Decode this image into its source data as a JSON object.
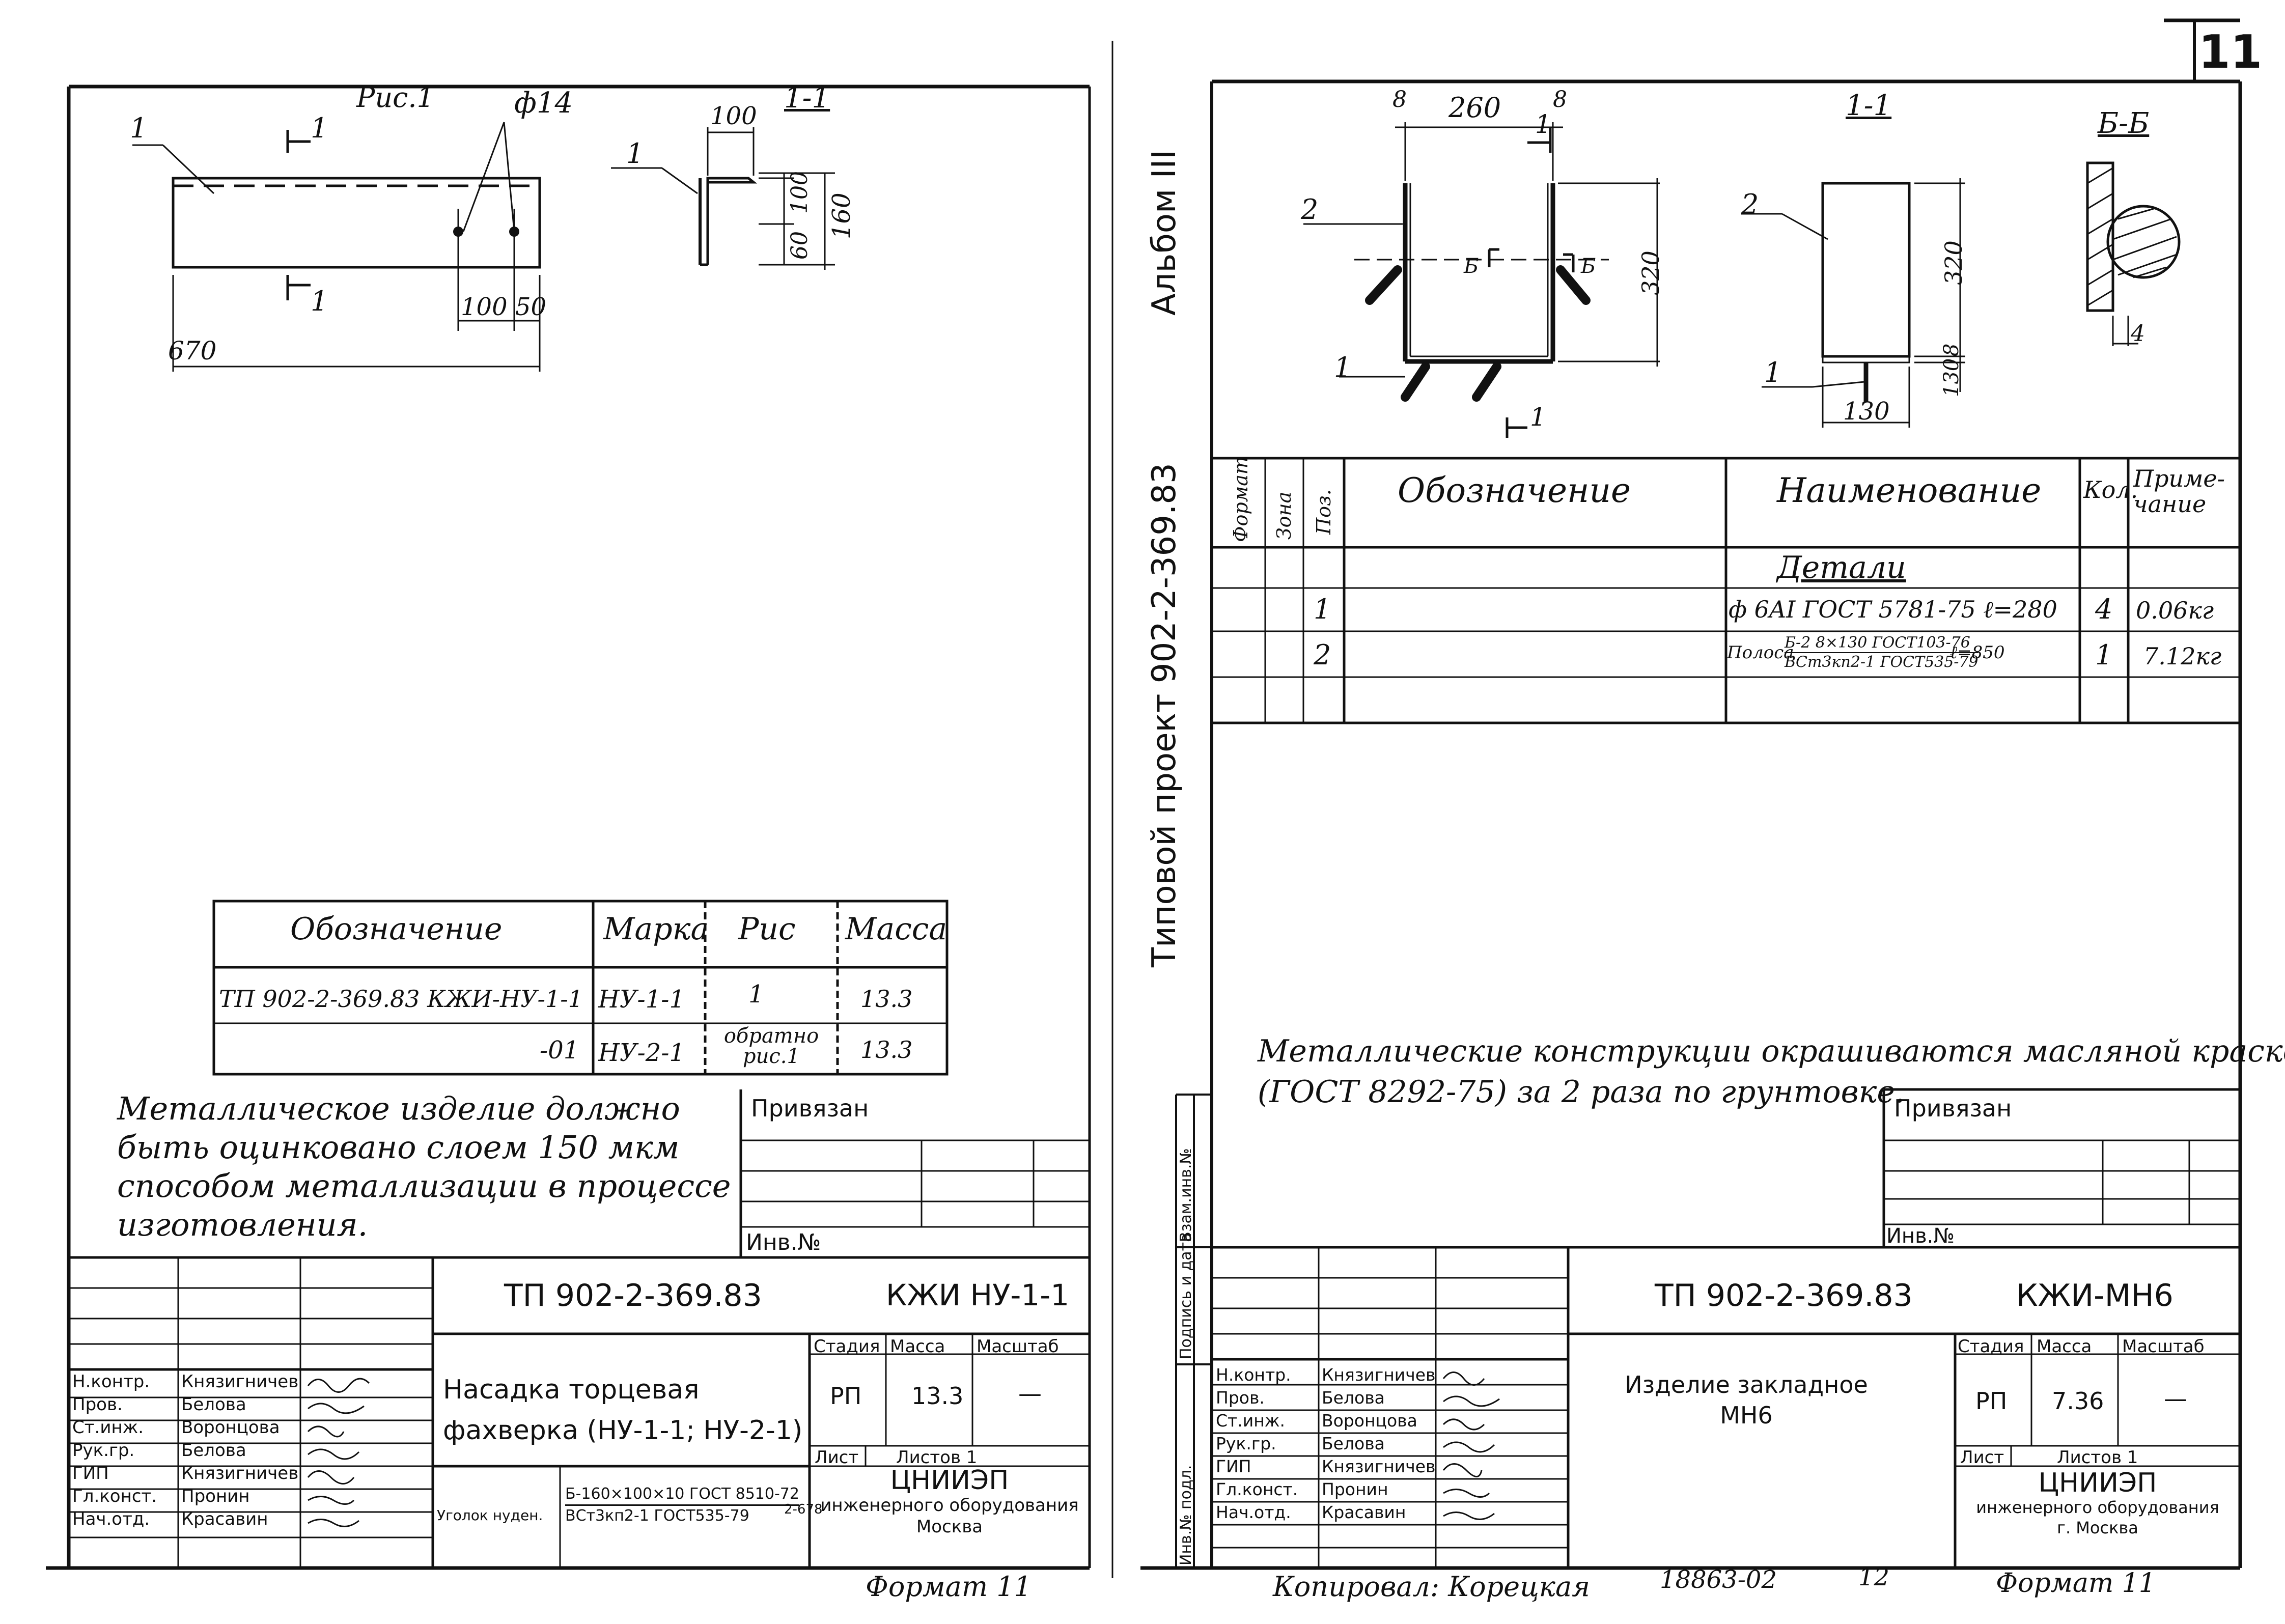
{
  "page_number": "11",
  "left": {
    "fig_label": "Рис.1",
    "pos_label": "1",
    "hole_dim": "ф14",
    "section_mark": "1",
    "section_title": "1-1",
    "dims": {
      "len": "670",
      "d100": "100",
      "d50": "50",
      "s100": "100",
      "s100b": "100",
      "s60": "60",
      "s160": "160"
    },
    "marks_table": {
      "headers": [
        "Обозначение",
        "Марка",
        "Рис",
        "Масса"
      ],
      "rows": [
        {
          "designation": "ТП 902-2-369.83 КЖИ-НУ-1-1",
          "mark": "НУ-1-1",
          "fig": "1",
          "mass": "13.3"
        },
        {
          "designation": "-01",
          "mark": "НУ-2-1",
          "fig": "обратно рис.1",
          "mass": "13.3"
        }
      ]
    },
    "note": [
      "Металлическое изделие должно",
      "быть оцинковано слоем 150 мкм",
      "способом металлизации в процессе",
      "изготовления."
    ],
    "privyazan": "Привязан",
    "inv": "Инв.№",
    "title_block": {
      "code": "ТП 902-2-369.83",
      "sheet_code": "КЖИ НУ-1-1",
      "title": [
        "Насадка торцевая",
        "фахверка (НУ-1-1; НУ-2-1)"
      ],
      "stage_header": [
        "Стадия",
        "Масса",
        "Масштаб"
      ],
      "stage": "РП",
      "mass": "13.3",
      "scale": "—",
      "sheet_label": "Лист",
      "sheets_label": "Листов 1",
      "org": [
        "ЦНИИЭП",
        "инженерного оборудования",
        "Москва"
      ],
      "material_label": "Уголок нуден.",
      "material": [
        "Б-160×100×10 ГОСТ 8510-72",
        "ВСт3кп2-1 ГОСТ535-79"
      ],
      "material_suffix": "2-678",
      "roles": [
        {
          "role": "Н.контр.",
          "name": "Князигничев"
        },
        {
          "role": "Пров.",
          "name": "Белова"
        },
        {
          "role": "Ст.инж.",
          "name": "Воронцова"
        },
        {
          "role": "Рук.гр.",
          "name": "Белова"
        },
        {
          "role": "ГИП",
          "name": "Князигничев"
        },
        {
          "role": "Гл.конст.",
          "name": "Пронин"
        },
        {
          "role": "Нач.отд.",
          "name": "Красавин"
        }
      ]
    },
    "format": "Формат 11"
  },
  "right": {
    "side_album": "Альбом III",
    "side_project": "Типовой проект 902-2-369.83",
    "side_stamp": [
      "Инв.№ подл.",
      "Подпись и дата",
      "Взам.инв.№"
    ],
    "dims": {
      "d8a": "8",
      "d260": "260",
      "d8b": "8",
      "d320": "320",
      "d130": "130",
      "d8": "8",
      "d4": "4",
      "b": "Б"
    },
    "sec_11": "1-1",
    "sec_bb": "Б-Б",
    "pos2": "2",
    "pos1": "1",
    "spec": {
      "headers": [
        "Формат",
        "Зона",
        "Поз.",
        "Обозначение",
        "Наименование",
        "Кол.",
        "Приме-чание"
      ],
      "group": "Детали",
      "rows": [
        {
          "pos": "1",
          "name": "ф 6AI ГОСТ 5781-75 ℓ=280",
          "qty": "4",
          "note": "0.06кг"
        },
        {
          "pos": "2",
          "name_a": "Полоса",
          "name_b": "Б-2 8×130 ГОСТ103-76",
          "name_c": "ВСт3кп2-1 ГОСТ535-79",
          "name_d": "ℓ=850",
          "qty": "1",
          "note": "7.12кг"
        }
      ]
    },
    "note": [
      "Металлические конструкции окрашиваются масляной краской",
      "(ГОСТ 8292-75) за 2 раза по грунтовке."
    ],
    "privyazan": "Привязан",
    "inv": "Инв.№",
    "title_block": {
      "code": "ТП 902-2-369.83",
      "sheet_code": "КЖИ-МН6",
      "title": [
        "Изделие закладное",
        "МН6"
      ],
      "stage_header": [
        "Стадия",
        "Масса",
        "Масштаб"
      ],
      "stage": "РП",
      "mass": "7.36",
      "scale": "—",
      "sheet_label": "Лист",
      "sheets_label": "Листов 1",
      "org": [
        "ЦНИИЭП",
        "инженерного оборудования",
        "г. Москва"
      ],
      "roles": [
        {
          "role": "Н.контр.",
          "name": "Князигничев"
        },
        {
          "role": "Пров.",
          "name": "Белова"
        },
        {
          "role": "Ст.инж.",
          "name": "Воронцова"
        },
        {
          "role": "Рук.гр.",
          "name": "Белова"
        },
        {
          "role": "ГИП",
          "name": "Князигничев"
        },
        {
          "role": "Гл.конст.",
          "name": "Пронин"
        },
        {
          "role": "Нач.отд.",
          "name": "Красавин"
        }
      ]
    },
    "copied": "Копировал: Корецкая",
    "order": "18863-02",
    "sheet_num": "12",
    "format": "Формат 11"
  }
}
